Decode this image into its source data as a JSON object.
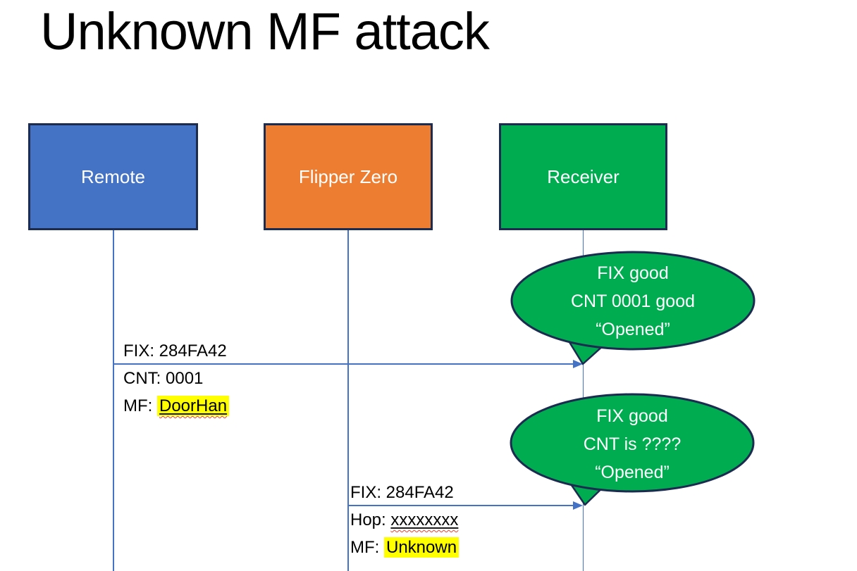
{
  "title": "Unknown MF attack",
  "colors": {
    "actor_blue": "#4472C4",
    "actor_orange": "#ED7D31",
    "actor_green": "#00AC50",
    "shape_border_navy": "#1C2B50",
    "line_blue": "#4472C4",
    "highlight_yellow": "#FFFF00",
    "squiggle_red": "#E8432D",
    "text_black": "#000000",
    "text_white": "#FFFFFF"
  },
  "actors": {
    "remote": "Remote",
    "flipper": "Flipper Zero",
    "receiver": "Receiver"
  },
  "messages": {
    "msg1": {
      "fix": "FIX: 284FA42",
      "cnt": "CNT: 0001",
      "mf_label": "MF: ",
      "mf_value": "DoorHan"
    },
    "msg2": {
      "fix": "FIX: 284FA42",
      "hop_label": "Hop: ",
      "hop_value": "xxxxxxxx",
      "mf_label": "MF: ",
      "mf_value": "Unknown"
    }
  },
  "callouts": {
    "callout1": {
      "l1": "FIX good",
      "l2": "CNT 0001 good",
      "l3": "“Opened”"
    },
    "callout2": {
      "l1": "FIX good",
      "l2": "CNT is ????",
      "l3": "“Opened”"
    }
  }
}
